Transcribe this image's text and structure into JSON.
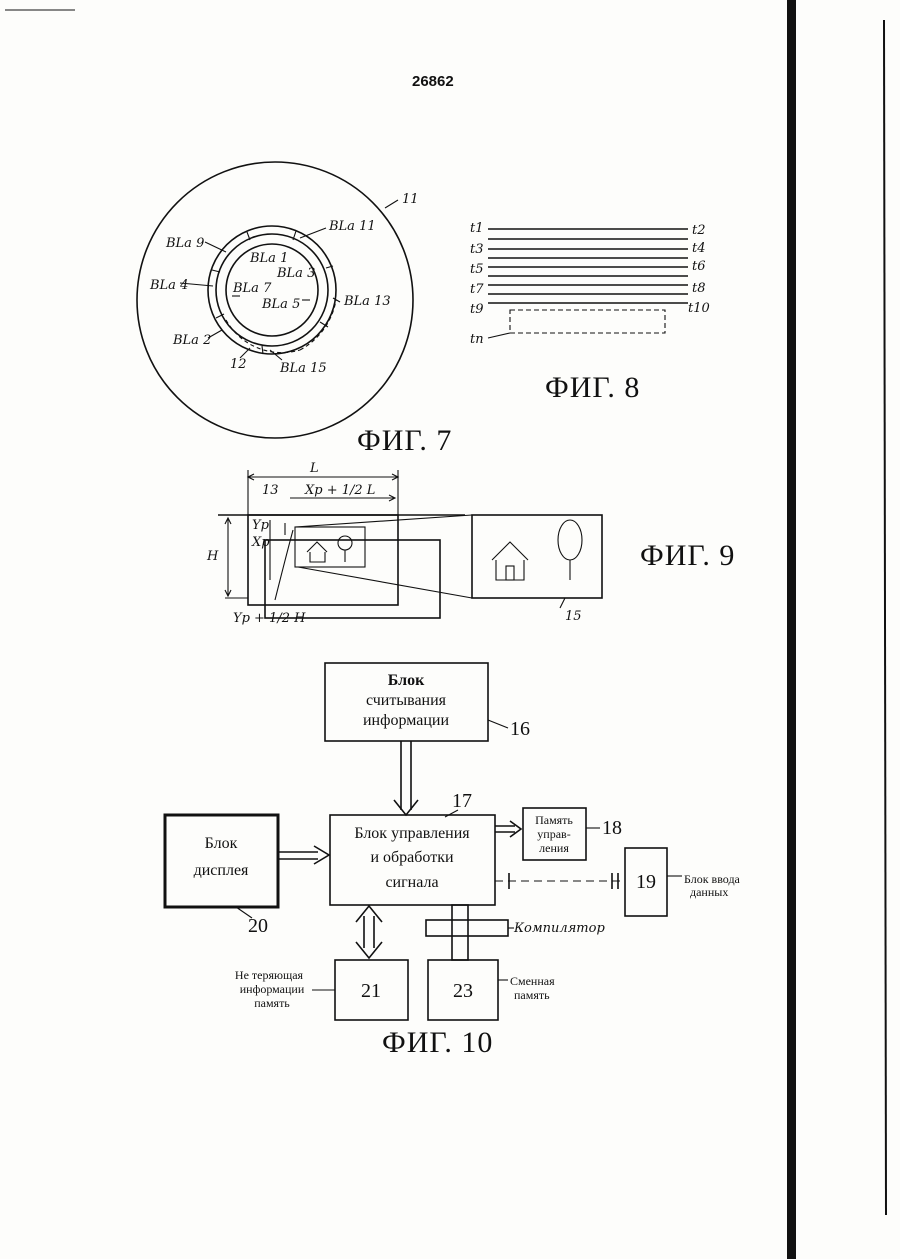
{
  "page_number": "26862",
  "fig7": {
    "caption": "ФИГ. 7",
    "disc_label": "11",
    "label_12": "12",
    "blocks": [
      "BLa 11",
      "BLa 9",
      "BLa 1",
      "BLa 3",
      "BLa 4",
      "BLa 7",
      "BLa 5",
      "BLa 13",
      "BLa 2",
      "BLa 15"
    ]
  },
  "fig8": {
    "caption": "ФИГ. 8",
    "left": [
      "t1",
      "t3",
      "t5",
      "t7",
      "t9",
      "tn"
    ],
    "right": [
      "t2",
      "t4",
      "t6",
      "t8",
      "t10"
    ]
  },
  "fig9": {
    "caption": "ФИГ. 9",
    "L": "L",
    "H": "H",
    "label_13": "13",
    "label_15": "15",
    "xp_half": "Xp + 1/2 L",
    "yp": "Yp",
    "xp": "Xp",
    "yp_half": "Yp + 1/2 H"
  },
  "fig10": {
    "caption": "ФИГ. 10",
    "block16": {
      "line1": "Блок",
      "line2": "считывания",
      "line3": "информации",
      "num": "16"
    },
    "block17": {
      "line1": "Блок  управления",
      "line2": "и обработки",
      "line3": "сигнала",
      "num": "17"
    },
    "block18": {
      "line1": "Память",
      "line2": "управ-",
      "line3": "ления",
      "num": "18"
    },
    "block19": {
      "num": "19",
      "label1": "Блок ввода",
      "label2": "данных"
    },
    "block20": {
      "line1": "Блок",
      "line2": "дисплея",
      "num": "20"
    },
    "block21": {
      "num": "21",
      "label1": "Не теряющая",
      "label2": "информации",
      "label3": "память"
    },
    "block23": {
      "num": "23",
      "label1": "Сменная",
      "label2": "память"
    },
    "compilator": "Компилятор"
  }
}
